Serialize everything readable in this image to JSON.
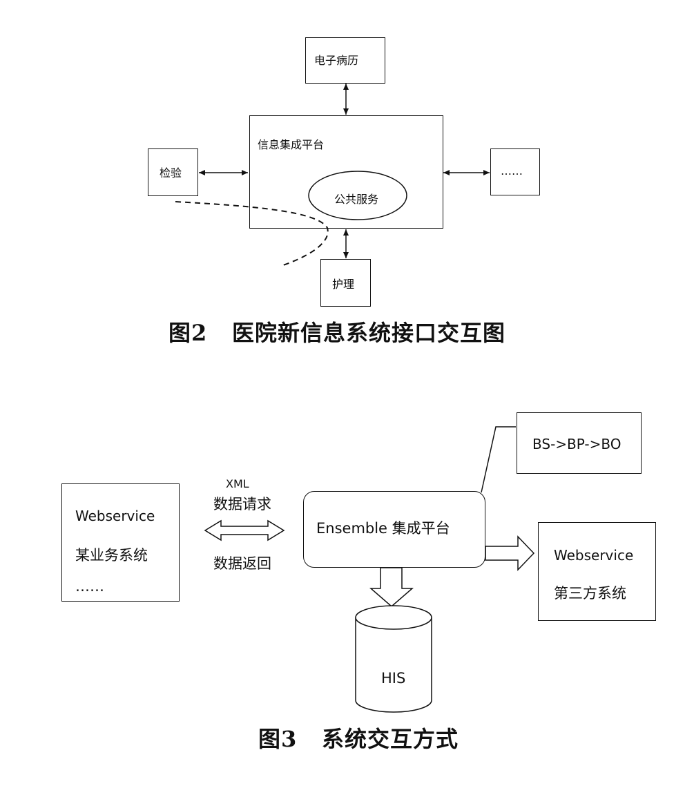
{
  "figure2": {
    "nodes": {
      "emr": "电子病历",
      "platform": "信息集成平台",
      "public_service": "公共服务",
      "lab": "检验",
      "ellipsis": "……",
      "nursing": "护理"
    },
    "caption_num": "图2",
    "caption_text": "医院新信息系统接口交互图"
  },
  "figure3": {
    "bs_chain": "BS->BP->BO",
    "xml": "XML",
    "request": "数据请求",
    "return": "数据返回",
    "left_system": {
      "line1": "Webservice",
      "line2": "某业务系统",
      "line3": "……"
    },
    "ensemble": "Ensemble 集成平台",
    "right_system": {
      "line1": "Webservice",
      "line2": "第三方系统"
    },
    "his": "HIS",
    "caption_num": "图3",
    "caption_text": "系统交互方式"
  }
}
